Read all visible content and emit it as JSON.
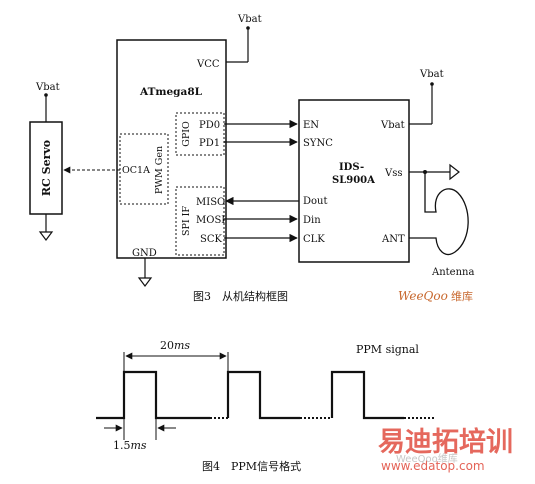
{
  "diagram": {
    "blocks": {
      "mcu": {
        "title": "ATmega8L",
        "vcc": "VCC",
        "gnd": "GND"
      },
      "gpio": {
        "group": "GPIO",
        "pd0": "PD0",
        "pd1": "PD1"
      },
      "pwm": {
        "group": "PWM Gen",
        "pin": "OC1A"
      },
      "spi": {
        "group": "SPI IF",
        "miso": "MISO",
        "mosi": "MOSI",
        "sck": "SCK"
      },
      "servo": {
        "title": "RC Servo"
      },
      "rfid": {
        "title_line1": "IDS-",
        "title_line2": "SL900A",
        "en": "EN",
        "sync": "SYNC",
        "dout": "Dout",
        "din": "Din",
        "clk": "CLK",
        "vbat": "Vbat",
        "vss": "Vss",
        "ant": "ANT"
      }
    },
    "supplies": {
      "servo_vbat": "Vbat",
      "mcu_vbat": "Vbat",
      "rfid_vbat": "Vbat"
    },
    "antenna_label": "Antenna",
    "figure3_caption": "图3　从机结构框图",
    "watermark_top": {
      "brand": "WeeQoo",
      "suffix": "维库"
    },
    "timing": {
      "period_label": "20",
      "period_unit": "ms",
      "pulse_label": "1.5",
      "pulse_unit": "ms",
      "signal_label": "PPM signal"
    },
    "figure4_caption": "图4　PPM信号格式",
    "watermark_bottom": {
      "title": "易迪拓培训",
      "url": "www.edatop.com",
      "brand": "WeeQoo维库"
    }
  }
}
